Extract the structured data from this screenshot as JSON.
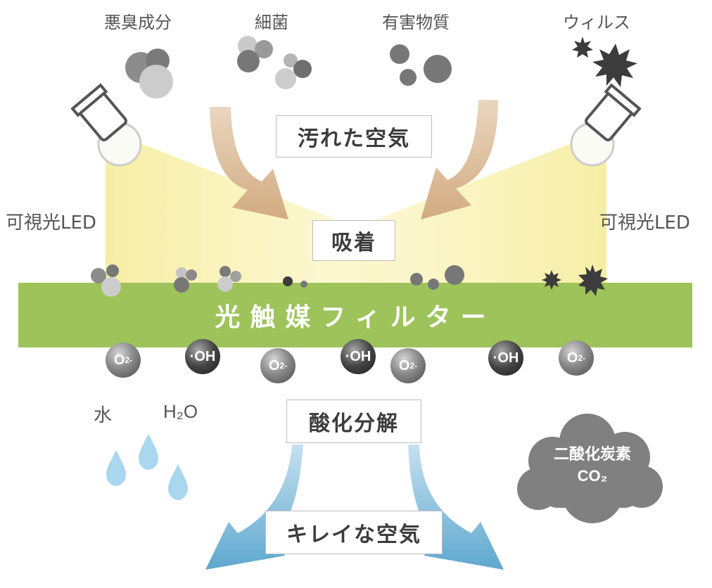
{
  "top_labels": [
    "悪臭成分",
    "細菌",
    "有害物質",
    "ウィルス"
  ],
  "dirty_air": "汚れた空気",
  "led_left": "可視光LED",
  "led_right": "可視光LED",
  "adsorption": "吸着",
  "filter": "光触媒フィルター",
  "ions": {
    "o2": "O2-",
    "oh": "·OH"
  },
  "water": "水",
  "h2o": "H₂O",
  "oxidation": "酸化分解",
  "co2_line1": "二酸化炭素",
  "co2_line2": "CO₂",
  "clean_air": "キレイな空気",
  "colors": {
    "filter": "#9dc35a",
    "light": "#fbf3b8",
    "arrow": "#d9b996",
    "clean": "#8cc0dc",
    "water": "#a8d7ef",
    "cloud": "#808080"
  }
}
